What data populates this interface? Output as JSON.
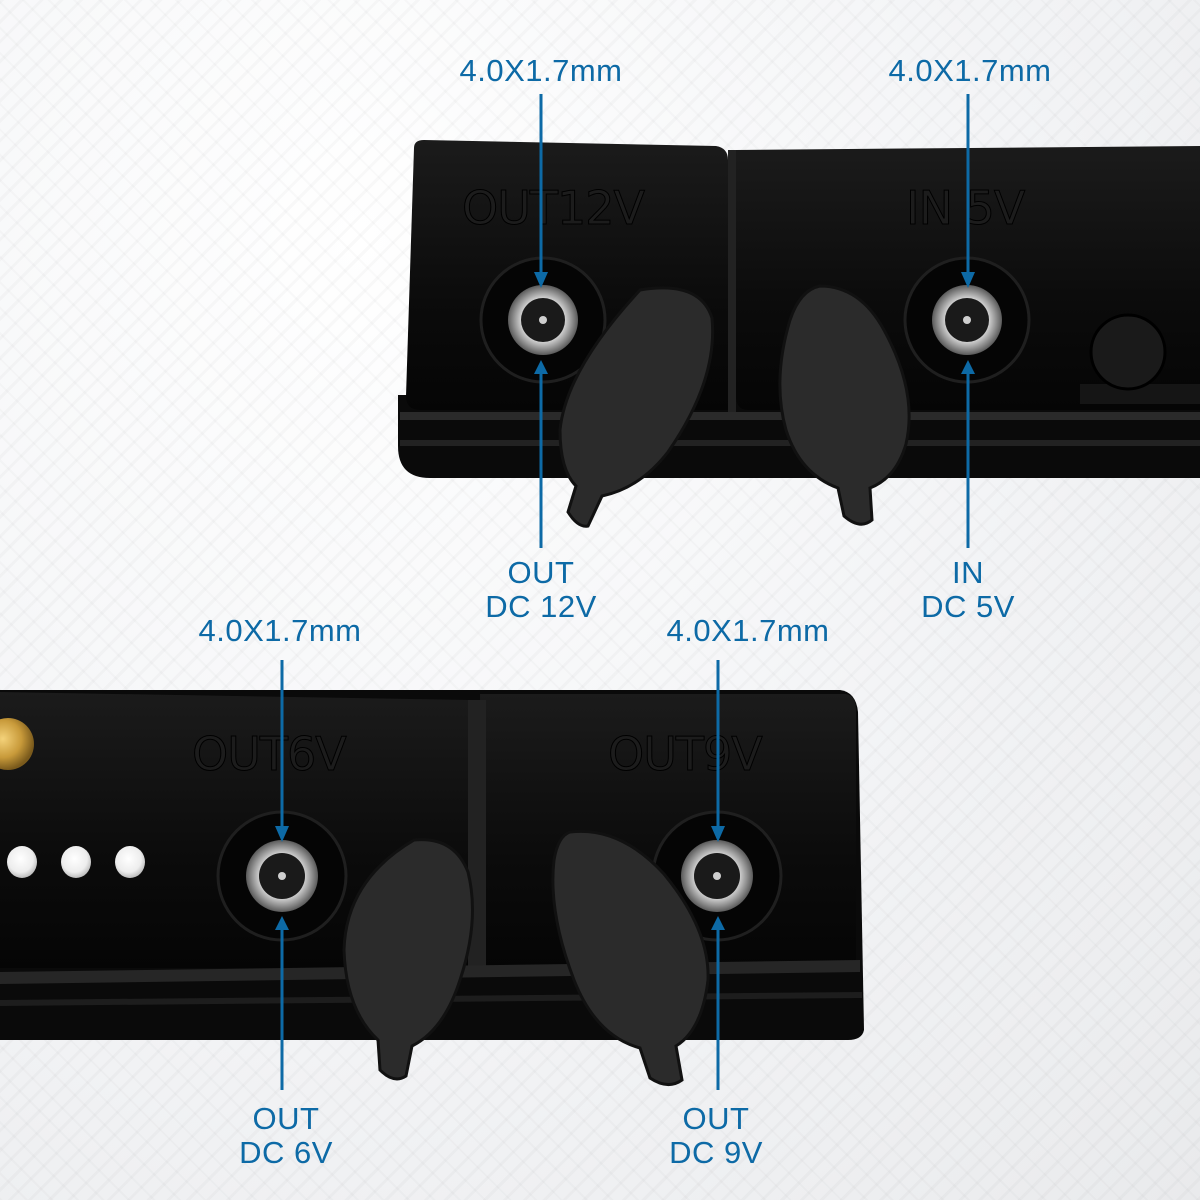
{
  "accent_color": "#0d6aa6",
  "device_color": "#0c0c0c",
  "top_unit": {
    "ports": [
      {
        "engraving": "OUT12V",
        "size": "4.0X1.7mm",
        "caption_line1": "OUT",
        "caption_line2": "DC 12V"
      },
      {
        "engraving": "IN 5V",
        "size": "4.0X1.7mm",
        "caption_line1": "IN",
        "caption_line2": "DC 5V"
      }
    ]
  },
  "bottom_unit": {
    "ports": [
      {
        "engraving": "OUT6V",
        "size": "4.0X1.7mm",
        "caption_line1": "OUT",
        "caption_line2": "DC 6V"
      },
      {
        "engraving": "OUT9V",
        "size": "4.0X1.7mm",
        "caption_line1": "OUT",
        "caption_line2": "DC 9V"
      }
    ]
  }
}
